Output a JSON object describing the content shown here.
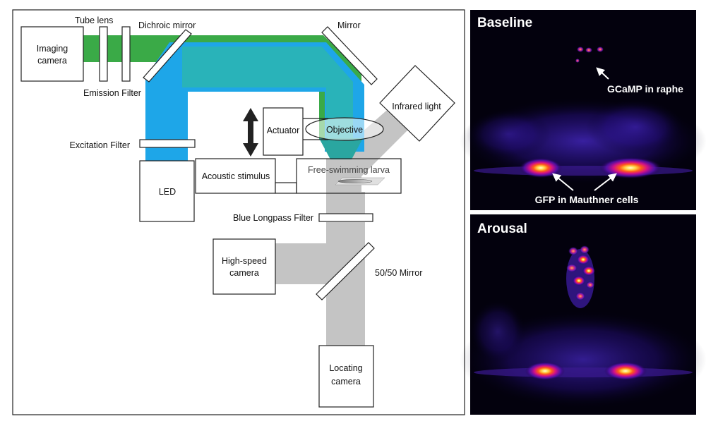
{
  "diagram": {
    "labels": {
      "tube_lens": "Tube lens",
      "dichroic_mirror": "Dichroic mirror",
      "mirror": "Mirror",
      "imaging_camera_1": "Imaging",
      "imaging_camera_2": "camera",
      "emission_filter": "Emission Filter",
      "infrared_light": "Infrared light",
      "objective": "Objective",
      "actuator": "Actuator",
      "excitation_filter": "Excitation Filter",
      "acoustic_stimulus": "Acoustic stimulus",
      "free_swimming_larva": "Free-swimming larva",
      "led": "LED",
      "blue_longpass_filter": "Blue Longpass Filter",
      "high_speed_camera_1": "High-speed",
      "high_speed_camera_2": "camera",
      "mirror_5050": "50/50 Mirror",
      "locating_camera_1": "Locating",
      "locating_camera_2": "camera"
    },
    "colors": {
      "green_beam": "#3aaa47",
      "blue_beam": "#1ea6e8",
      "gray_beam": "#bdbdbd"
    }
  },
  "panels": {
    "baseline": {
      "title": "Baseline",
      "raphe_label": "GCaMP in raphe",
      "mauthner_label": "GFP in Mauthner cells"
    },
    "arousal": {
      "title": "Arousal"
    }
  }
}
